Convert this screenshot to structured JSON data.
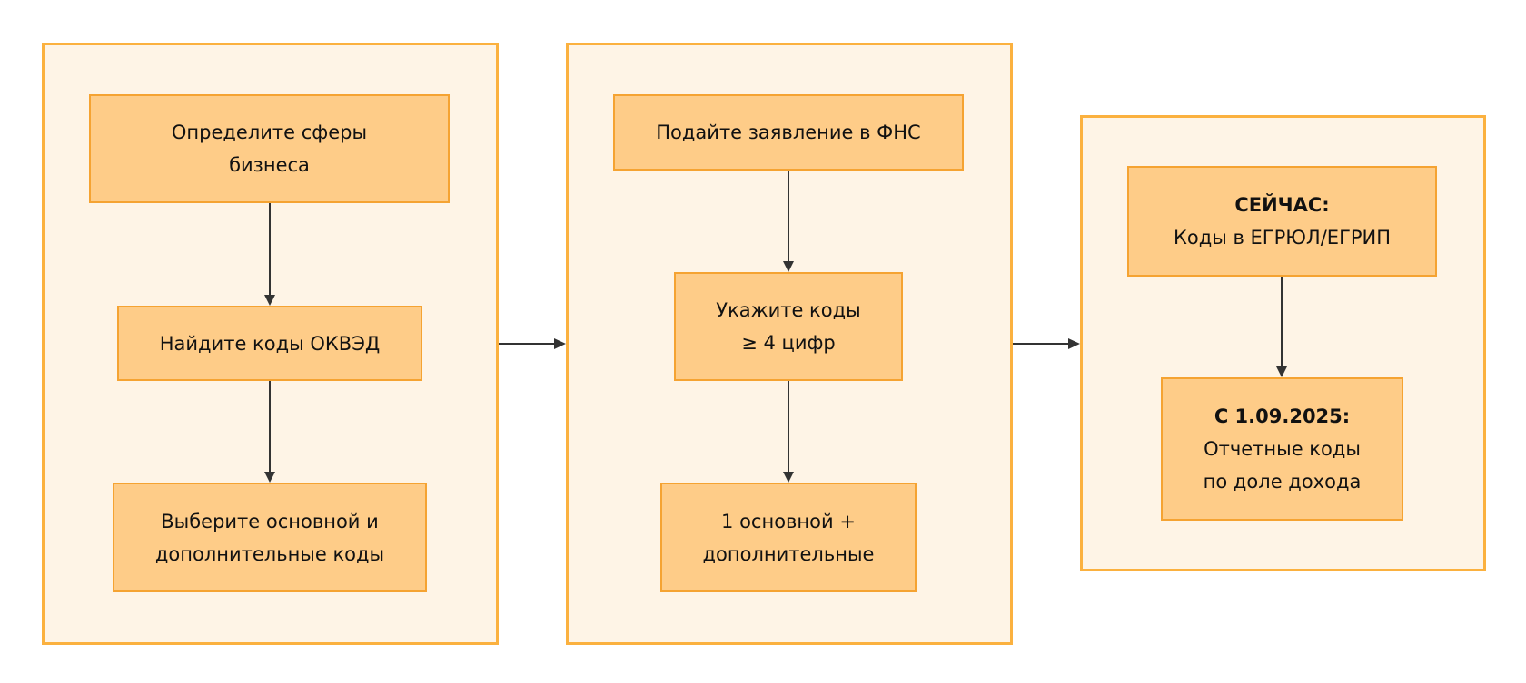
{
  "groups": [
    {
      "id": "define"
    },
    {
      "id": "apply"
    },
    {
      "id": "registry"
    }
  ],
  "nodes": {
    "define_spheres": {
      "lines": [
        "Определите сферы",
        "бизнеса"
      ]
    },
    "find_codes": {
      "lines": [
        "Найдите коды ОКВЭД"
      ]
    },
    "choose_codes": {
      "lines": [
        "Выберите основной и",
        "дополнительные коды"
      ]
    },
    "submit_application": {
      "lines": [
        "Подайте заявление в ФНС"
      ]
    },
    "specify_codes": {
      "lines": [
        "Укажите коды",
        "≥ 4 цифр"
      ]
    },
    "main_plus_additional": {
      "lines": [
        "1 основной +",
        "дополнительные"
      ]
    },
    "now": {
      "heading": "СЕЙЧАС:",
      "lines": [
        "Коды в ЕГРЮЛ/ЕГРИП"
      ]
    },
    "from_date": {
      "heading": "С 1.09.2025:",
      "lines": [
        "Отчетные коды",
        "по доле дохода"
      ]
    }
  },
  "edges": [
    {
      "from": "define_spheres",
      "to": "find_codes"
    },
    {
      "from": "find_codes",
      "to": "choose_codes"
    },
    {
      "from": "submit_application",
      "to": "specify_codes"
    },
    {
      "from": "specify_codes",
      "to": "main_plus_additional"
    },
    {
      "from": "now",
      "to": "from_date"
    },
    {
      "from": "define",
      "to": "apply"
    },
    {
      "from": "apply",
      "to": "registry"
    }
  ],
  "colors": {
    "group_fill": "#fef4e6",
    "group_border": "#fbb13f",
    "node_fill": "#fecc88",
    "node_border": "#f5a332",
    "arrow": "#333333"
  }
}
